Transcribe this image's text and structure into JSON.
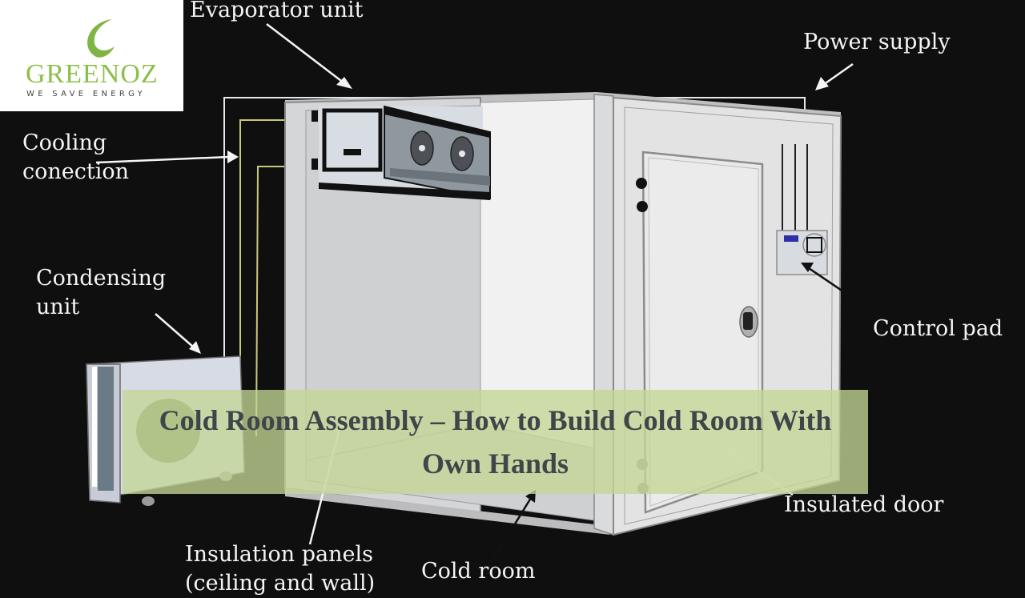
{
  "logo": {
    "brand": "GREENOZ",
    "tagline": "WE SAVE ENERGY",
    "brand_color": "#8cbf4a"
  },
  "labels": {
    "evaporator_unit": "Evaporator unit",
    "power_supply": "Power supply",
    "cooling_connection_line1": "Cooling",
    "cooling_connection_line2": "conection",
    "condensing_unit_line1": "Condensing",
    "condensing_unit_line2": "unit",
    "control_pad": "Control pad",
    "insulated_door": "Insulated door",
    "insulation_panels_line1": "Insulation panels",
    "insulation_panels_line2": "(ceiling and wall)",
    "cold_room": "Cold room"
  },
  "banner": {
    "title": "Cold Room Assembly – How to Build Cold Room With Own Hands",
    "background": "#c4d696",
    "text_color": "#3e464a"
  },
  "colors": {
    "background": "#0f0f0f",
    "panel_light": "#e8e8e8",
    "panel_mid": "#d2d3d4",
    "control_display": "#2f2fa8"
  }
}
